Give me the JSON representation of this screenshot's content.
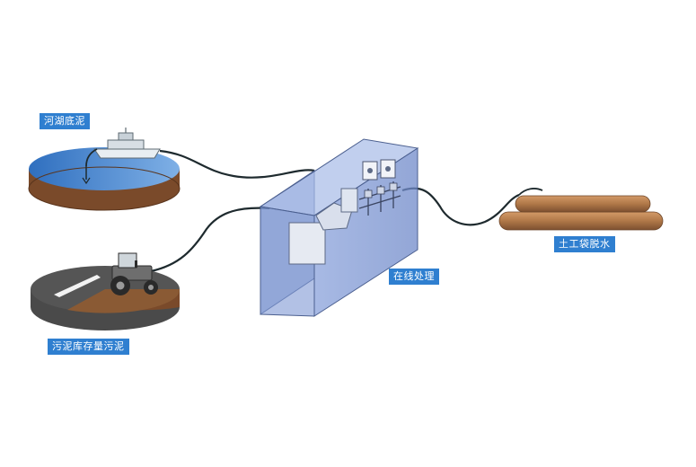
{
  "labels": {
    "lake_sludge": "河湖底泥",
    "stored_sludge": "污泥库存量污泥",
    "online_treatment": "在线处理",
    "geotube_dewatering": "土工袋脱水"
  },
  "colors": {
    "label_bg": "#2f7fd0",
    "water": "#3f7fc4",
    "soil": "#7a4a2a",
    "container": "#7d9ad6",
    "geotube": "#b07848",
    "pipe": "#1e2a2e"
  },
  "icons": [
    "boat-icon",
    "tractor-icon",
    "geotube-bags-icon"
  ]
}
